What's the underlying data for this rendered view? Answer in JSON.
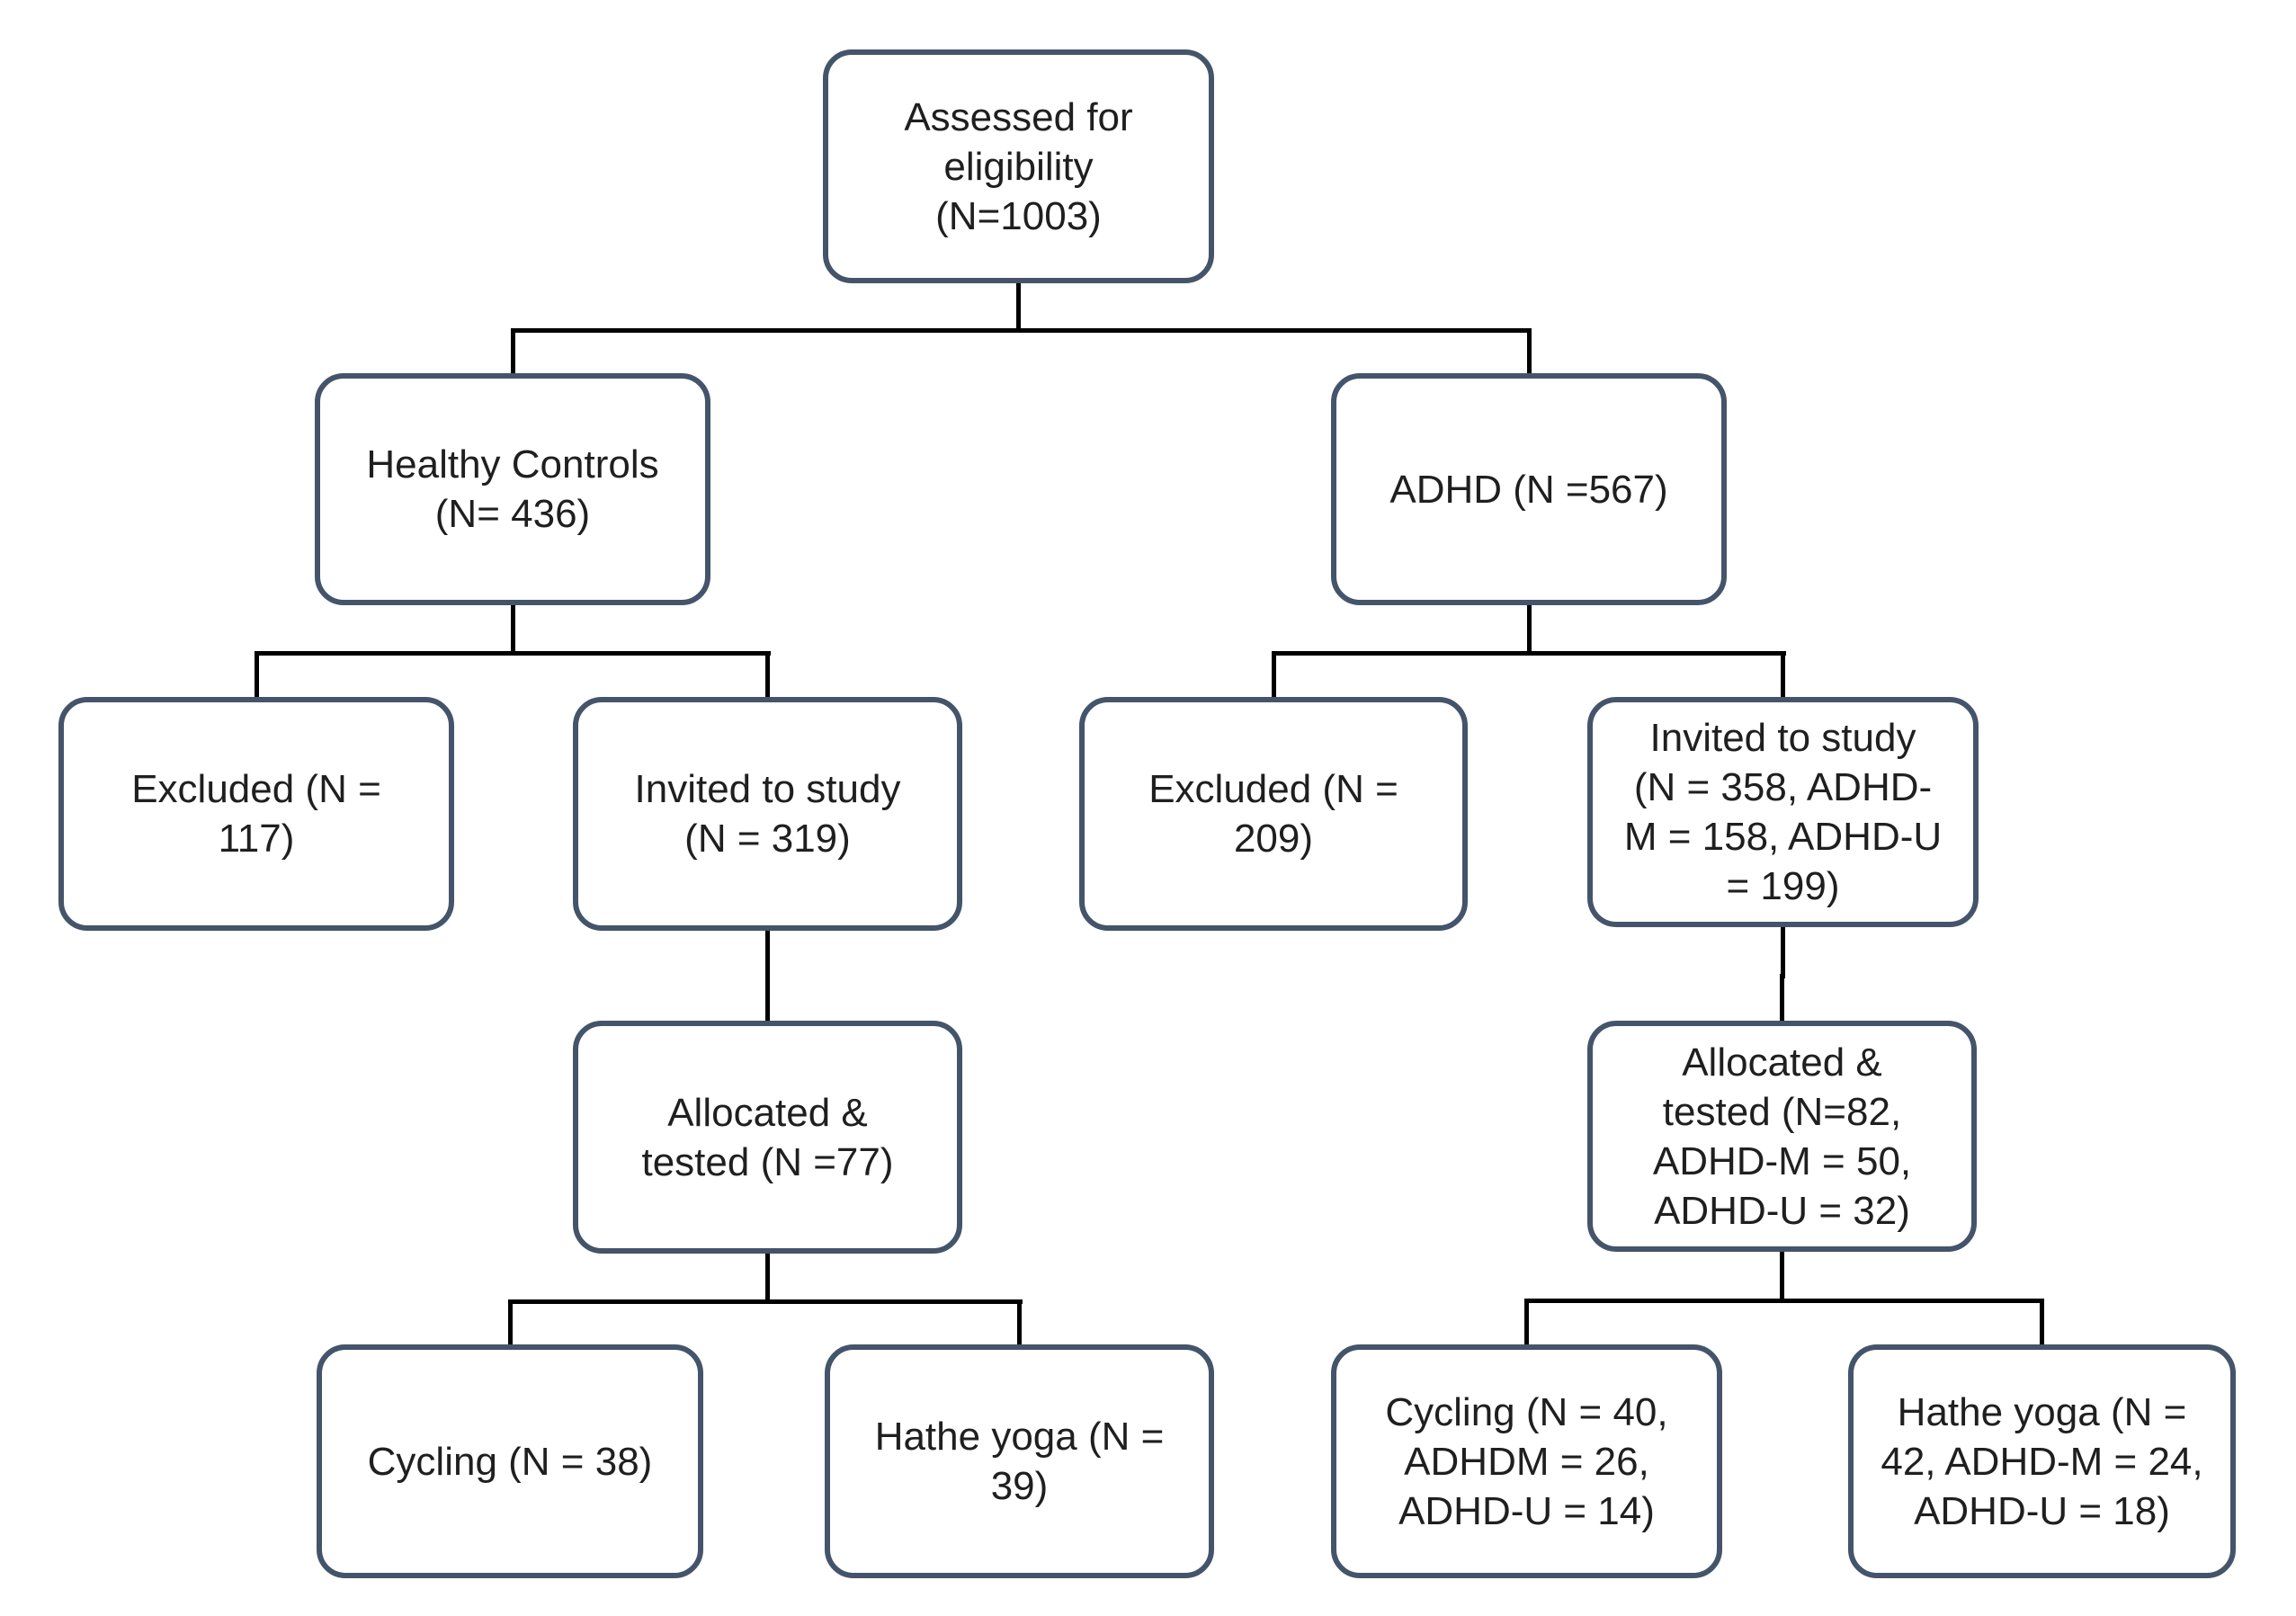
{
  "diagram": {
    "type": "flowchart",
    "nodes": {
      "assessed": {
        "label": "Assessed for\neligibility\n(N=1003)"
      },
      "healthy": {
        "label": "Healthy Controls\n(N= 436)"
      },
      "adhd": {
        "label": "ADHD (N =567)"
      },
      "excluded_hc": {
        "label": "Excluded (N =\n117)"
      },
      "invited_hc": {
        "label": "Invited to study\n(N = 319)"
      },
      "excluded_adhd": {
        "label": "Excluded (N =\n209)"
      },
      "invited_adhd": {
        "label": "Invited to study\n(N = 358, ADHD-\nM = 158, ADHD-U\n= 199)"
      },
      "allocated_hc": {
        "label": "Allocated &\ntested (N =77)"
      },
      "allocated_adhd": {
        "label": "Allocated &\ntested (N=82,\nADHD-M = 50,\nADHD-U = 32)"
      },
      "cycling_hc": {
        "label": "Cycling (N = 38)"
      },
      "yoga_hc": {
        "label": "Hathe yoga (N =\n39)"
      },
      "cycling_adhd": {
        "label": "Cycling (N = 40,\nADHDM = 26,\nADHD-U = 14)"
      },
      "yoga_adhd": {
        "label": "Hathe yoga (N =\n42, ADHD-M = 24,\nADHD-U = 18)"
      }
    },
    "edges": [
      {
        "from": "assessed",
        "to": [
          "healthy",
          "adhd"
        ]
      },
      {
        "from": "healthy",
        "to": [
          "excluded_hc",
          "invited_hc"
        ]
      },
      {
        "from": "adhd",
        "to": [
          "excluded_adhd",
          "invited_adhd"
        ]
      },
      {
        "from": "invited_hc",
        "to": [
          "allocated_hc"
        ]
      },
      {
        "from": "invited_adhd",
        "to": [
          "allocated_adhd"
        ]
      },
      {
        "from": "allocated_hc",
        "to": [
          "cycling_hc",
          "yoga_hc"
        ]
      },
      {
        "from": "allocated_adhd",
        "to": [
          "cycling_adhd",
          "yoga_adhd"
        ]
      }
    ],
    "colors": {
      "box_border": "#44546A",
      "connector": "#000000",
      "text": "#1f1f1f",
      "background": "#ffffff"
    }
  }
}
